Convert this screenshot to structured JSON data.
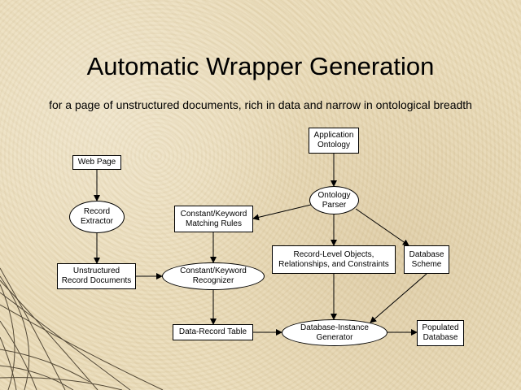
{
  "title": "Automatic Wrapper Generation",
  "subtitle": "for a page of unstructured documents, rich in data and narrow in ontological breadth",
  "nodes": {
    "web_page": "Web Page",
    "record_extractor": "Record\nExtractor",
    "unstructured_docs": "Unstructured\nRecord Documents",
    "application_ontology": "Application\nOntology",
    "ontology_parser": "Ontology\nParser",
    "matching_rules": "Constant/Keyword\nMatching Rules",
    "recognizer": "Constant/Keyword\nRecognizer",
    "record_level_objects": "Record-Level Objects,\nRelationships, and Constraints",
    "database_scheme": "Database\nScheme",
    "data_record_table": "Data-Record Table",
    "instance_generator": "Database-Instance\nGenerator",
    "populated_database": "Populated\nDatabase"
  },
  "colors": {
    "background": "#eadcb9",
    "box_fill": "#ffffff",
    "stroke": "#000000"
  }
}
